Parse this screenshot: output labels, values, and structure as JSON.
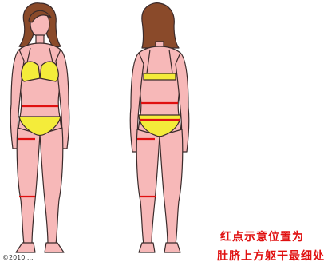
{
  "caption": {
    "line1": "红点示意位置为",
    "line2": "肚脐上方躯干最细处"
  },
  "watermark": "©2010 ...",
  "colors": {
    "skin": "#f7b8b8",
    "skin_outline": "#3a2a2a",
    "bikini": "#f4ec3a",
    "hair": "#8a4a2a",
    "marker": "#e01010",
    "caption_text": "#e01010"
  },
  "figures": [
    {
      "view": "front"
    },
    {
      "view": "back"
    }
  ]
}
